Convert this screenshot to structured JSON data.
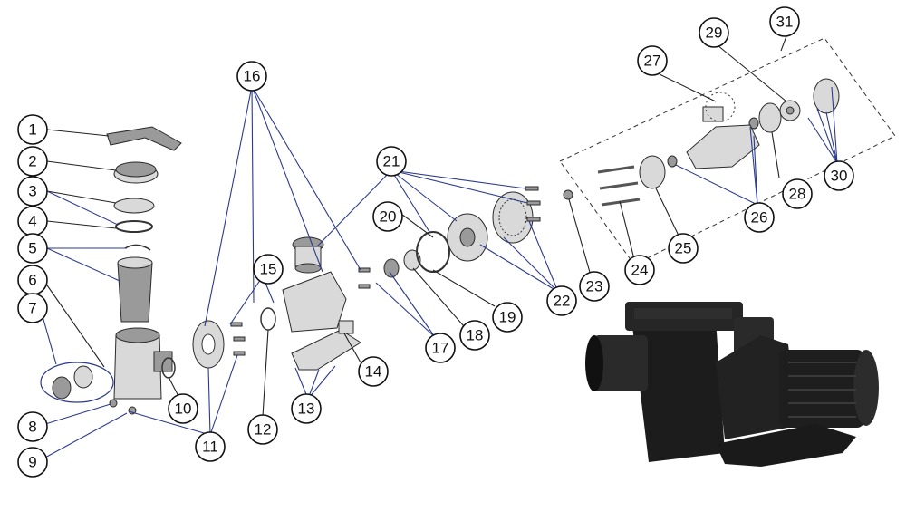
{
  "diagram": {
    "callouts": [
      {
        "label": "1"
      },
      {
        "label": "2"
      },
      {
        "label": "3"
      },
      {
        "label": "4"
      },
      {
        "label": "5"
      },
      {
        "label": "6"
      },
      {
        "label": "7"
      },
      {
        "label": "8"
      },
      {
        "label": "9"
      },
      {
        "label": "10"
      },
      {
        "label": "11"
      },
      {
        "label": "12"
      },
      {
        "label": "13"
      },
      {
        "label": "14"
      },
      {
        "label": "15"
      },
      {
        "label": "16"
      },
      {
        "label": "17"
      },
      {
        "label": "18"
      },
      {
        "label": "19"
      },
      {
        "label": "20"
      },
      {
        "label": "21"
      },
      {
        "label": "22"
      },
      {
        "label": "23"
      },
      {
        "label": "24"
      },
      {
        "label": "25"
      },
      {
        "label": "26"
      },
      {
        "label": "27"
      },
      {
        "label": "28"
      },
      {
        "label": "29"
      },
      {
        "label": "30"
      },
      {
        "label": "31"
      }
    ],
    "colors": {
      "leader_blue": "#2b3a8c",
      "leader_black": "#222222",
      "part_light": "#d9d9d9",
      "part_dark": "#9a9a9a",
      "pump_body": "#1c1c1c"
    },
    "icons": [
      "exploded-parts-view",
      "assembled-pump-photo"
    ]
  }
}
